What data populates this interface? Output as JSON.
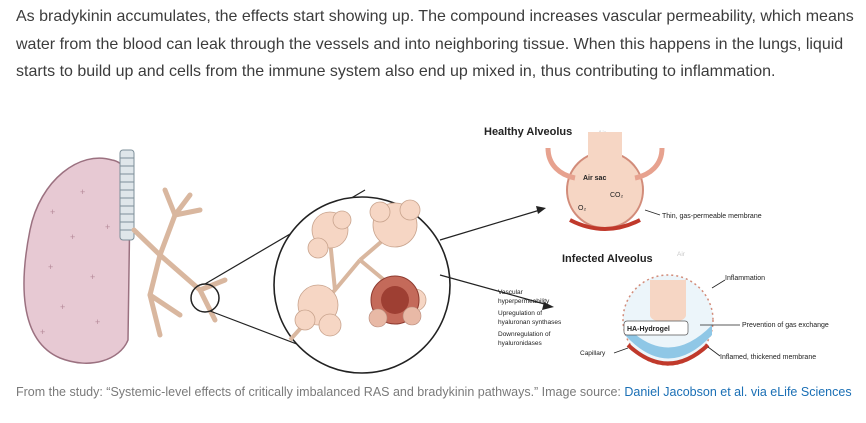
{
  "article": {
    "paragraph": "As bradykinin accumulates, the effects start showing up. The compound increases vascular permeability, which means water from the blood can leak through the vessels and into neighboring tissue. When this happens in the lungs, liquid starts to build up and cells from the immune system also end up mixed in, thus contributing to inflammation."
  },
  "figure": {
    "healthy_title": "Healthy Alveolus",
    "air_label_top": "Air",
    "air_sac": "Air sac",
    "co2": "CO₂",
    "o2": "O₂",
    "thin_membrane": "Thin, gas-permeable membrane",
    "infected_title": "Infected Alveolus",
    "air_label_bottom": "Air",
    "inflammation": "Inflammation",
    "vascular_1": "Vascular",
    "vascular_2": "hyperpermeability",
    "upreg_1": "Upregulation of",
    "upreg_2": "hyaluronan synthases",
    "downreg_1": "Downregulation of",
    "downreg_2": "hyaluronidases",
    "capillary": "Capillary",
    "ha_hydrogel": "HA-Hydrogel",
    "prevention": "Prevention of gas exchange",
    "inflamed_membrane": "Inflamed, thickened membrane"
  },
  "caption": {
    "text": "From the study: “Systemic-level effects of critically imbalanced RAS and bradykinin pathways.” Image source: ",
    "link": "Daniel Jacobson et al. via eLife Sciences"
  },
  "colors": {
    "text": "#3c3c3c",
    "caption": "#7a7a7a",
    "link": "#1a6fb5",
    "lung": "#e7c9d3",
    "alveolus": "#f6d6c4",
    "vessel_red": "#c0392b",
    "fluid_blue": "#8fc7e6"
  }
}
